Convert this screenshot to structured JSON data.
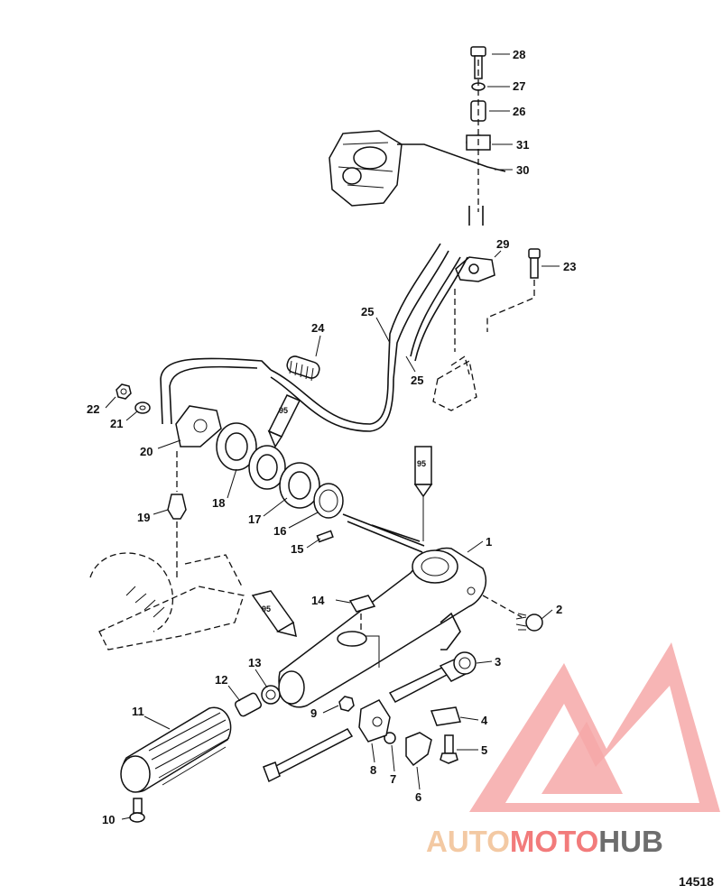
{
  "figure_number": "14518",
  "parts": [
    {
      "id": "label-1",
      "text": "1"
    },
    {
      "id": "label-2",
      "text": "2"
    },
    {
      "id": "label-3",
      "text": "3"
    },
    {
      "id": "label-4",
      "text": "4"
    },
    {
      "id": "label-5",
      "text": "5"
    },
    {
      "id": "label-6",
      "text": "6"
    },
    {
      "id": "label-7",
      "text": "7"
    },
    {
      "id": "label-8",
      "text": "8"
    },
    {
      "id": "label-9",
      "text": "9"
    },
    {
      "id": "label-10",
      "text": "10"
    },
    {
      "id": "label-11",
      "text": "11"
    },
    {
      "id": "label-12",
      "text": "12"
    },
    {
      "id": "label-13",
      "text": "13"
    },
    {
      "id": "label-14",
      "text": "14"
    },
    {
      "id": "label-15",
      "text": "15"
    },
    {
      "id": "label-16",
      "text": "16"
    },
    {
      "id": "label-17",
      "text": "17"
    },
    {
      "id": "label-18",
      "text": "18"
    },
    {
      "id": "label-19",
      "text": "19"
    },
    {
      "id": "label-20",
      "text": "20"
    },
    {
      "id": "label-21",
      "text": "21"
    },
    {
      "id": "label-22",
      "text": "22"
    },
    {
      "id": "label-23",
      "text": "23"
    },
    {
      "id": "label-24",
      "text": "24"
    },
    {
      "id": "label-25a",
      "text": "25"
    },
    {
      "id": "label-25b",
      "text": "25"
    },
    {
      "id": "label-26",
      "text": "26"
    },
    {
      "id": "label-27",
      "text": "27"
    },
    {
      "id": "label-28",
      "text": "28"
    },
    {
      "id": "label-29",
      "text": "29"
    },
    {
      "id": "label-30",
      "text": "30"
    },
    {
      "id": "label-31",
      "text": "31"
    }
  ],
  "lubricant_tubes": [
    "95",
    "95",
    "95"
  ],
  "watermark": {
    "part1": "AUTO",
    "part2": "MOTO",
    "part3": "HUB"
  },
  "colors": {
    "line": "#111111",
    "watermark_red": "#f27b7b",
    "watermark_orange": "#f3c9a3",
    "watermark_gray": "#6d6d6d"
  }
}
